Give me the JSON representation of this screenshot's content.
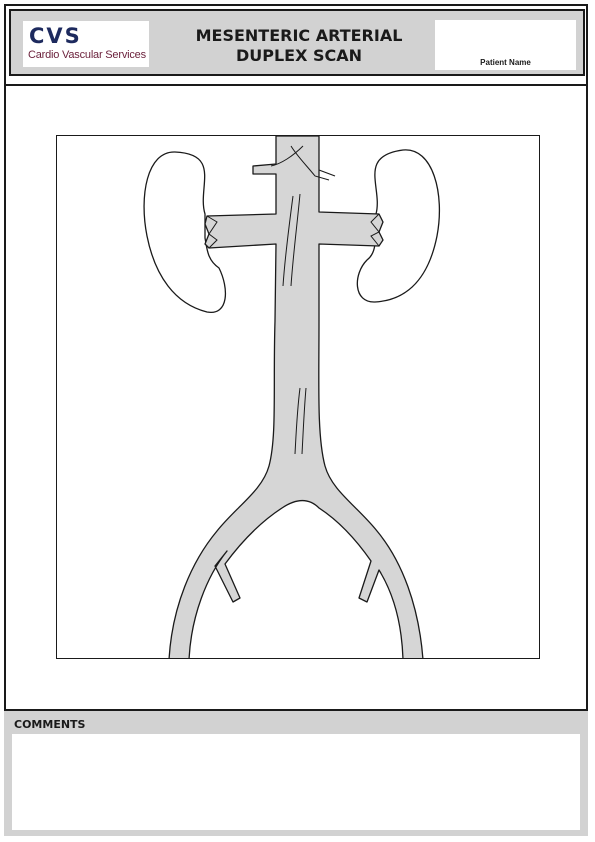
{
  "header": {
    "logo": {
      "abbr": "CVS",
      "full_name": "Cardio Vascular Services"
    },
    "title_line1": "MESENTERIC ARTERIAL",
    "title_line2": "DUPLEX SCAN",
    "patient_name_label": "Patient Name",
    "patient_name_value": ""
  },
  "diagram": {
    "subject": "abdominal-aorta-kidneys-illustration"
  },
  "comments": {
    "label": "COMMENTS",
    "value": ""
  },
  "colors": {
    "header_bg": "#d2d2d2",
    "vessel_fill": "#d6d6d6",
    "logo_blue": "#1d2a5e",
    "logo_maroon": "#6a1f3a"
  }
}
